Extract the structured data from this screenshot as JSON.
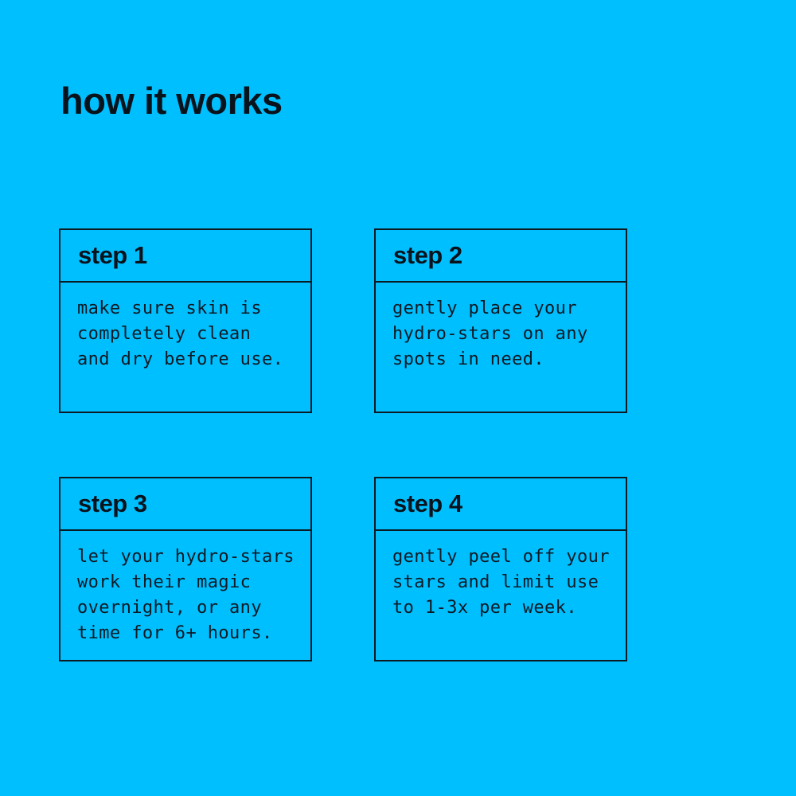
{
  "page": {
    "title": "how it works",
    "background_color": "#00BFFF",
    "text_color": "#0C1A24",
    "border_color": "#0C1A24"
  },
  "steps": [
    {
      "label": "step 1",
      "body": "make sure skin is\ncompletely clean\nand dry before use."
    },
    {
      "label": "step 2",
      "body": "gently place your\nhydro-stars on any\nspots in need."
    },
    {
      "label": "step 3",
      "body": "let your hydro-stars\nwork their magic\novernight, or any\ntime for 6+ hours."
    },
    {
      "label": "step 4",
      "body": "gently peel off your\nstars and limit use\nto 1-3x per week."
    }
  ]
}
